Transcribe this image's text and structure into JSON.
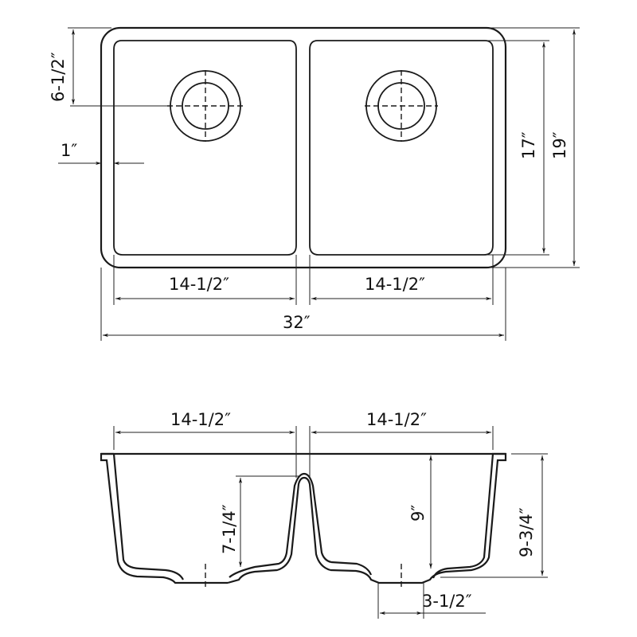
{
  "drawing": {
    "subject": "Double bowl undermount sink",
    "top_view": {
      "labels": {
        "drain_offset": "6-1/2″",
        "rim_width": "1″",
        "bowl_depth_front_back": "17″",
        "overall_depth": "19″",
        "left_bowl_width": "14-1/2″",
        "right_bowl_width": "14-1/2″",
        "overall_width": "32″"
      }
    },
    "side_view": {
      "labels": {
        "left_bowl_width": "14-1/2″",
        "right_bowl_width": "14-1/2″",
        "divider_height": "7-1/4″",
        "bowl_depth": "9″",
        "overall_height": "9-3/4″",
        "drain_offset": "3-1/2″"
      }
    }
  }
}
